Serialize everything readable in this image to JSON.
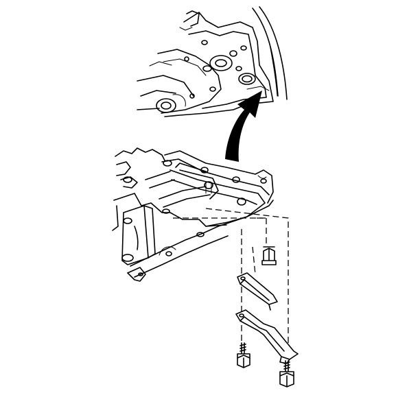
{
  "figure": {
    "background": "#ffffff",
    "line_color": "#000000",
    "parts": [
      "engine-block-detail",
      "callout-arrow",
      "oil-pan",
      "upper-bolt",
      "upper-bracket",
      "lower-bracket",
      "lower-bolt-left",
      "lower-bolt-right"
    ]
  }
}
